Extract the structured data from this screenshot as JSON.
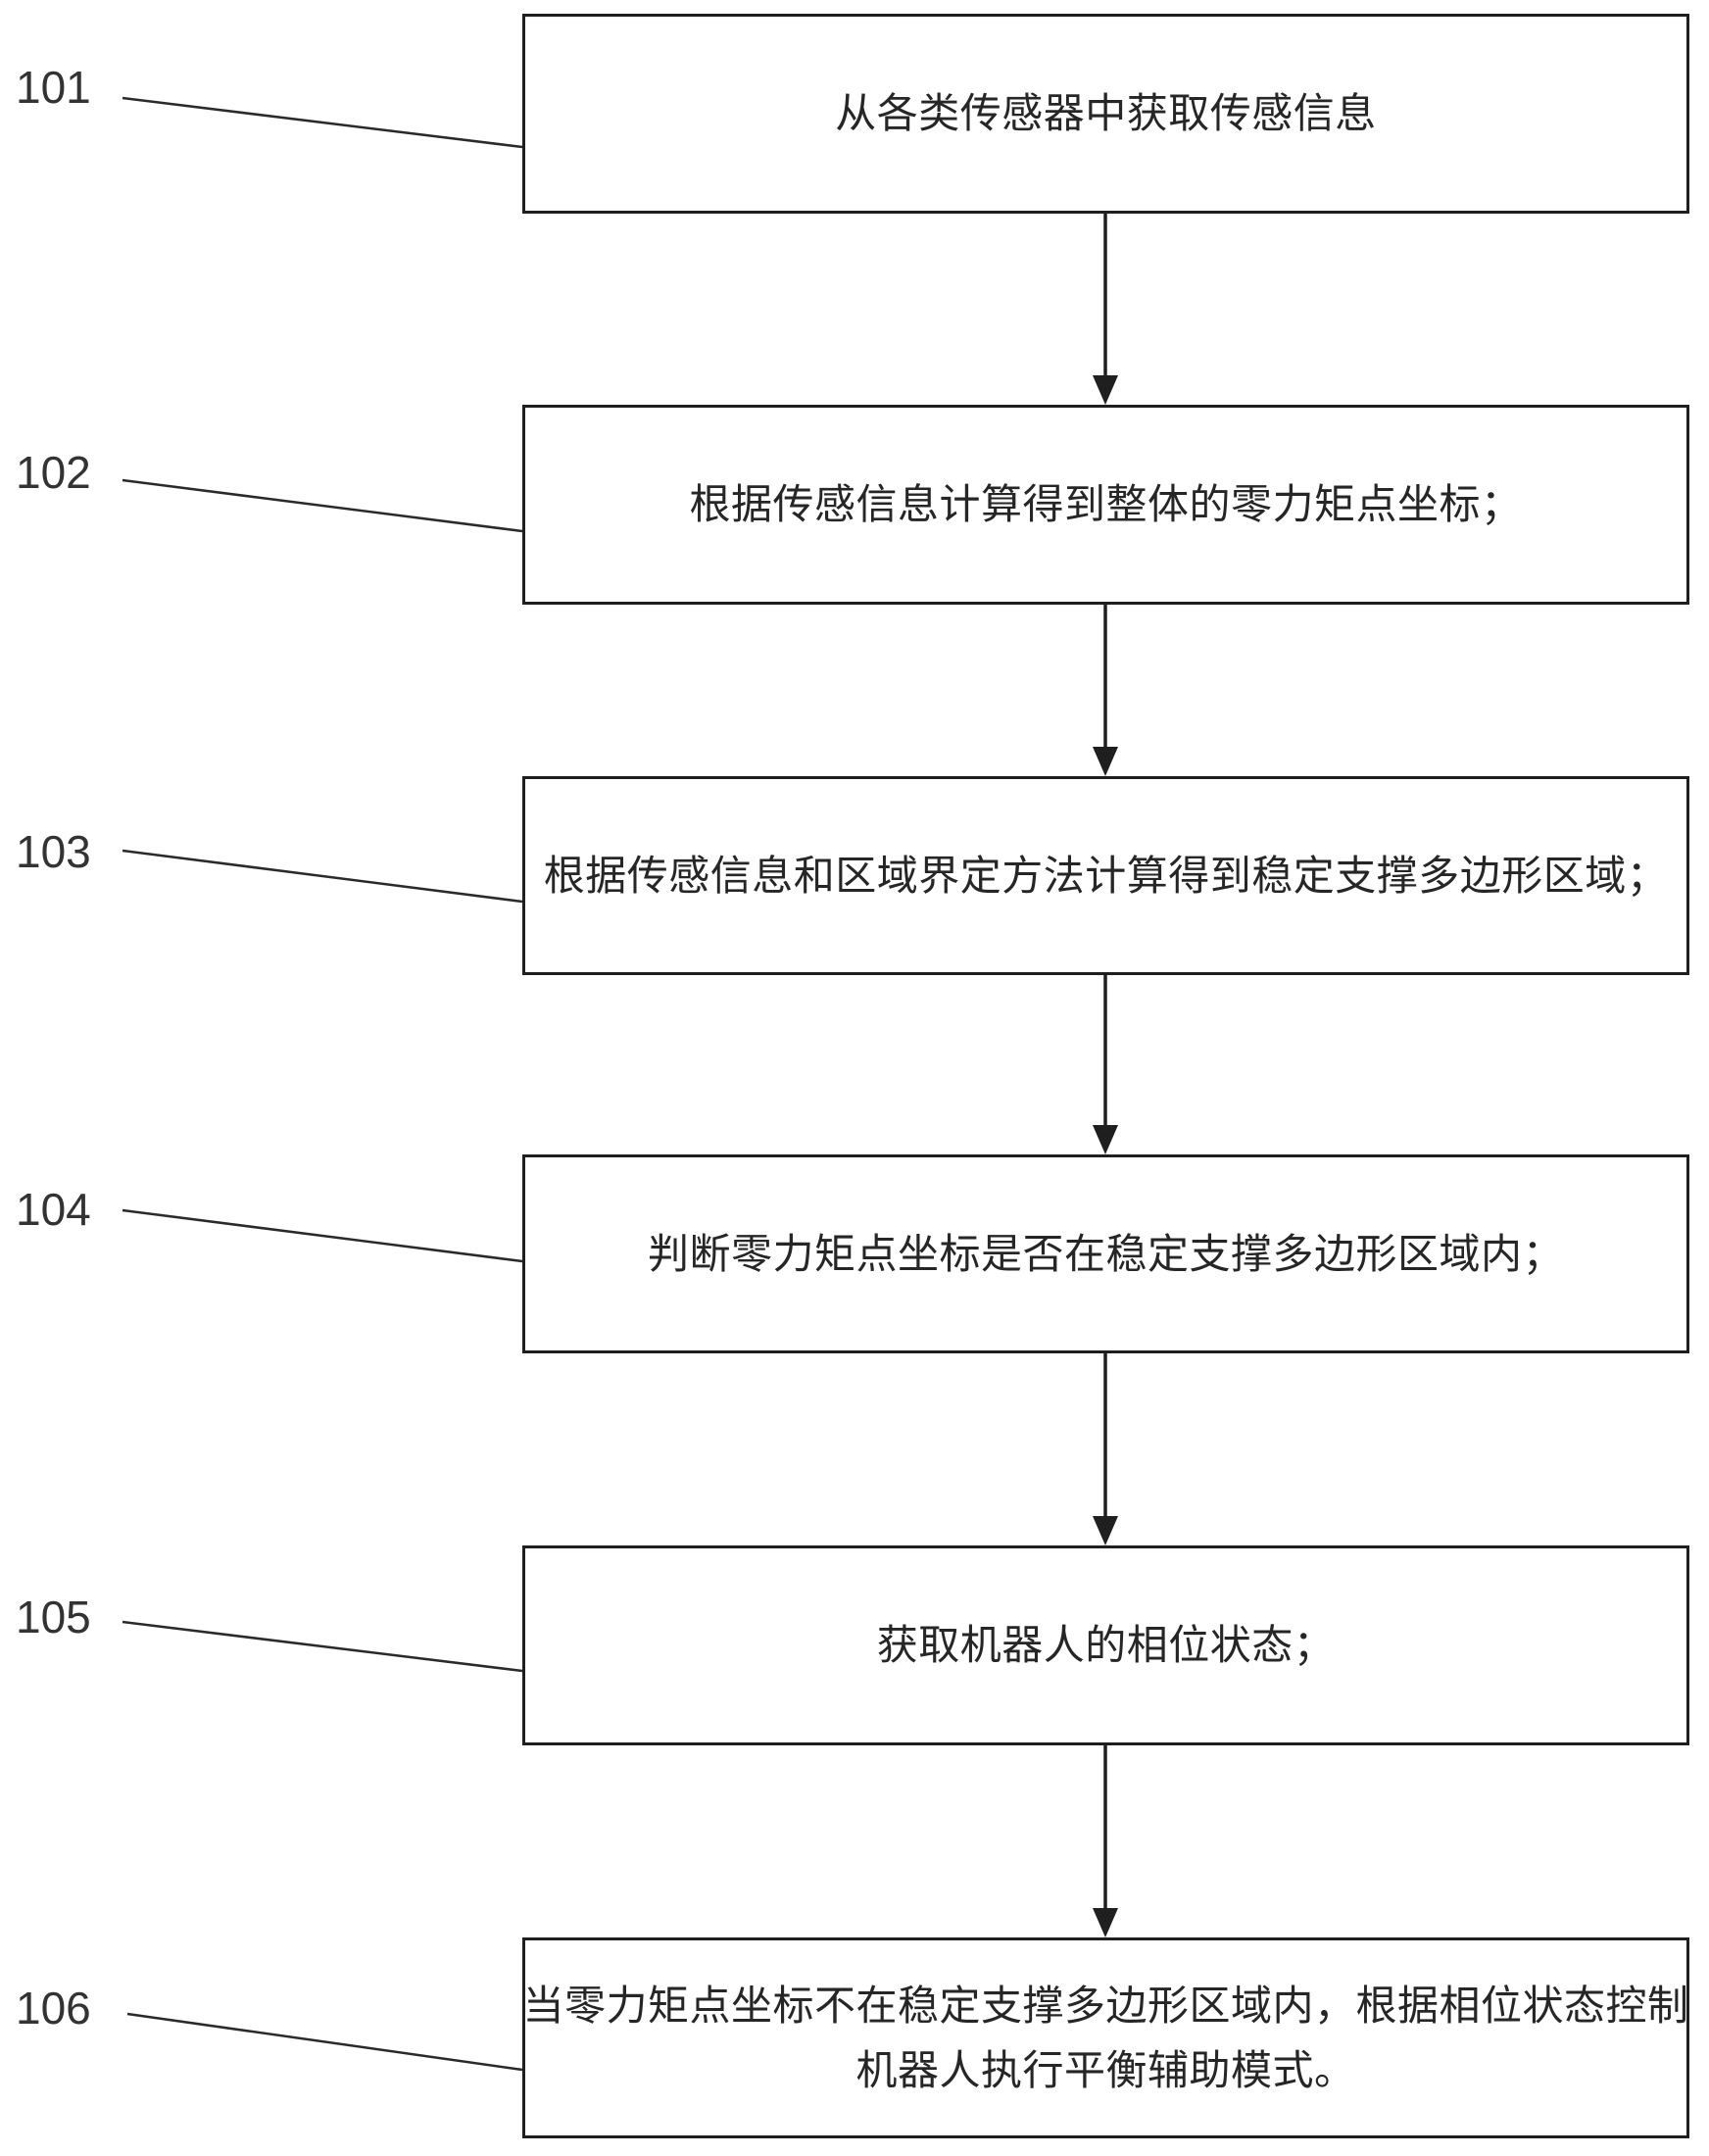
{
  "figure": {
    "background_color": "#ffffff",
    "line_color": "#1f1f1f",
    "text_color": "#262626"
  },
  "steps": [
    {
      "number": "101",
      "lines": [
        "从各类传感器中获取传感信息"
      ]
    },
    {
      "number": "102",
      "lines": [
        "根据传感信息计算得到整体的零力矩点坐标；"
      ]
    },
    {
      "number": "103",
      "lines": [
        "根据传感信息和区域界定方法计算得到稳定支撑多边形区域；"
      ]
    },
    {
      "number": "104",
      "lines": [
        "判断零力矩点坐标是否在稳定支撑多边形区域内；"
      ]
    },
    {
      "number": "105",
      "lines": [
        "获取机器人的相位状态；"
      ]
    },
    {
      "number": "106",
      "lines": [
        "当零力矩点坐标不在稳定支撑多边形区域内，根据相位状态控制",
        "机器人执行平衡辅助模式。"
      ]
    }
  ]
}
